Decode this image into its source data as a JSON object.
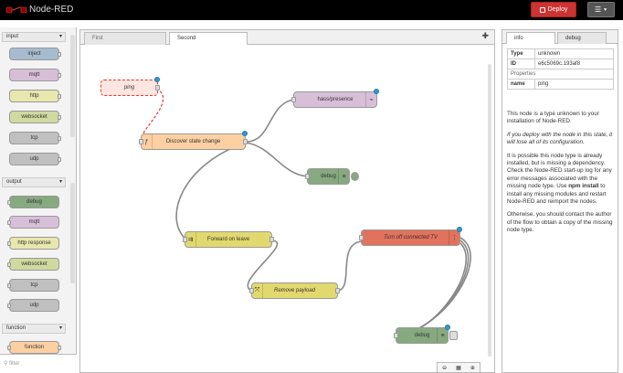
{
  "header": {
    "title": "Node-RED",
    "deploy_label": "Deploy",
    "menu_icon": "menu-icon"
  },
  "palette": {
    "categories": [
      {
        "name": "input",
        "nodes": [
          "inject",
          "mqtt",
          "http",
          "websocket",
          "tcp",
          "udp"
        ]
      },
      {
        "name": "output",
        "nodes": [
          "debug",
          "mqtt",
          "http response",
          "websocket",
          "tcp",
          "udp"
        ]
      },
      {
        "name": "function",
        "nodes": [
          "function"
        ]
      }
    ],
    "filter_placeholder": "filter",
    "colors": {
      "input_node": "#a6bbcf",
      "mqtt_node": "#d8bfd8",
      "http_node": "#e7e7ae",
      "websocket_node": "#d0d99f",
      "tcp_node": "#c0c0c0",
      "debug_node": "#87a980",
      "function_node": "#fdd0a2"
    }
  },
  "workspace": {
    "tabs": [
      "First",
      "Second"
    ],
    "active_tab": "Second",
    "add_tab_icon": "plus-icon",
    "nodes": [
      {
        "id": "ping",
        "label": "ping"
      },
      {
        "id": "discover",
        "label": "Discover state change"
      },
      {
        "id": "presence",
        "label": "hass/presence"
      },
      {
        "id": "debug1",
        "label": "debug"
      },
      {
        "id": "forward",
        "label": "Forward on leave"
      },
      {
        "id": "turnoff",
        "label": "Turn off connected TV"
      },
      {
        "id": "remove",
        "label": "Remove payload"
      },
      {
        "id": "debug2",
        "label": "debug"
      }
    ],
    "zoom_icons": [
      "zoom-out-icon",
      "zoom-reset-icon",
      "zoom-in-icon"
    ]
  },
  "sidebar": {
    "tabs": [
      "info",
      "debug"
    ],
    "active_tab": "info",
    "info": {
      "type_key": "Type",
      "type_value": "unknown",
      "id_key": "ID",
      "id_value": "e6c5069c.193af8",
      "properties_label": "Properties",
      "name_key": "name",
      "name_value": "ping"
    },
    "text": {
      "p1": "This node is a type unknown to your installation of Node-RED.",
      "p2": "If you deploy with the node in this state, it will lose all of its configuration.",
      "p3a": "It is possible this node type is already installed, but is missing a dependency. Check the Node-RED start-up log for any error messages associated with the missing node type. Use ",
      "p3b": "npm install",
      "p3c": " to install any missing modules and restart Node-RED and reimport the nodes.",
      "p4": "Otherwise, you should contact the author of the flow to obtain a copy of the missing node type."
    }
  }
}
